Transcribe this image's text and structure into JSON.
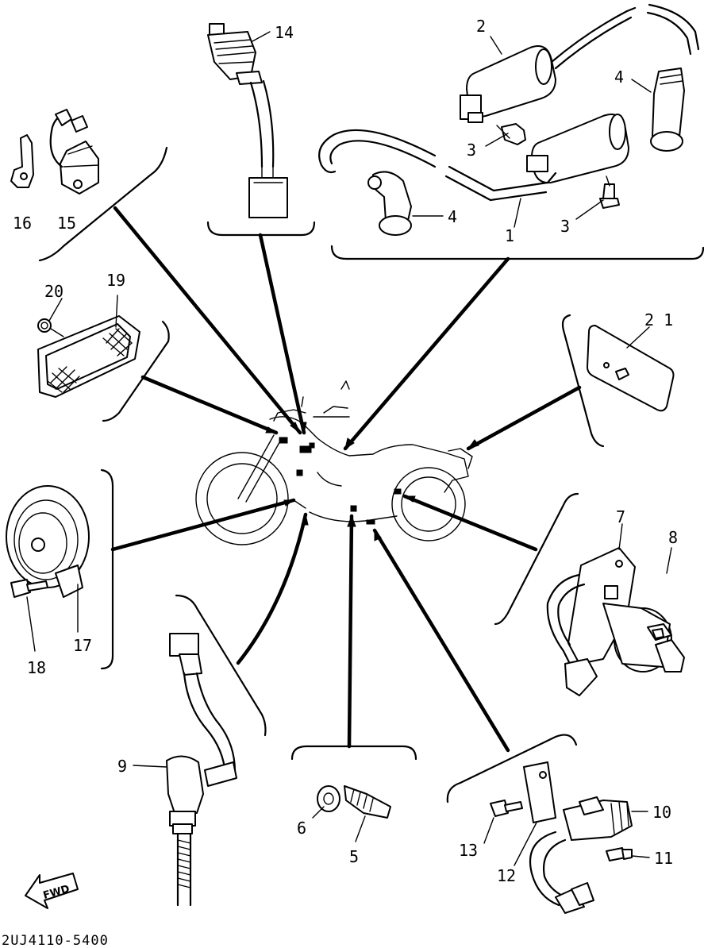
{
  "callouts": {
    "c1": "1",
    "c2": "2",
    "c3a": "3",
    "c3b": "3",
    "c4a": "4",
    "c4b": "4",
    "c5": "5",
    "c6": "6",
    "c7": "7",
    "c8": "8",
    "c9": "9",
    "c10": "10",
    "c11": "11",
    "c12": "12",
    "c13": "13",
    "c14": "14",
    "c15": "15",
    "c16": "16",
    "c17": "17",
    "c18": "18",
    "c19": "19",
    "c20": "20",
    "c21": "2 1"
  },
  "fwd_label": "FWD",
  "diagram_code": "2UJ4110-5400"
}
